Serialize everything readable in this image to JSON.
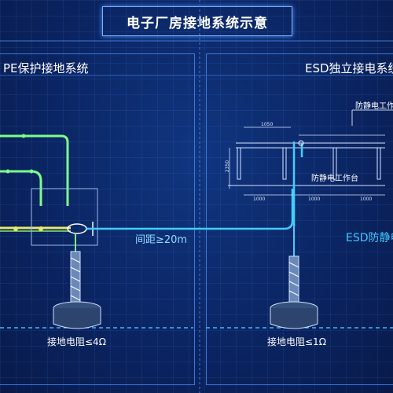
{
  "title": "电子厂房接地系统示意",
  "left_panel": {
    "header": "PE保护接地系统",
    "spacing_label": "间距≥20m",
    "resistance_label": "接地电阻≤4Ω"
  },
  "right_panel": {
    "header": "ESD独立接电系统",
    "workbench_callout": "防静电工作台",
    "workbench_label": "防静电工作台",
    "esd_label": "ESD防静电",
    "resistance_label": "接地电阻≤1Ω",
    "dim_top": "1050",
    "dim_bottom_1": "1000",
    "dim_bottom_2": "1000",
    "dim_bottom_3": "1000",
    "dim_side": "2350"
  },
  "colors": {
    "background": "#0b2563",
    "line": "#4fb3ff",
    "pe_green": "#7dff8a",
    "pe_yellow": "#e8e86a",
    "esd_cyan": "#3fd0ff",
    "text_white": "#ffffff",
    "esd_text": "#3fc8ff"
  }
}
